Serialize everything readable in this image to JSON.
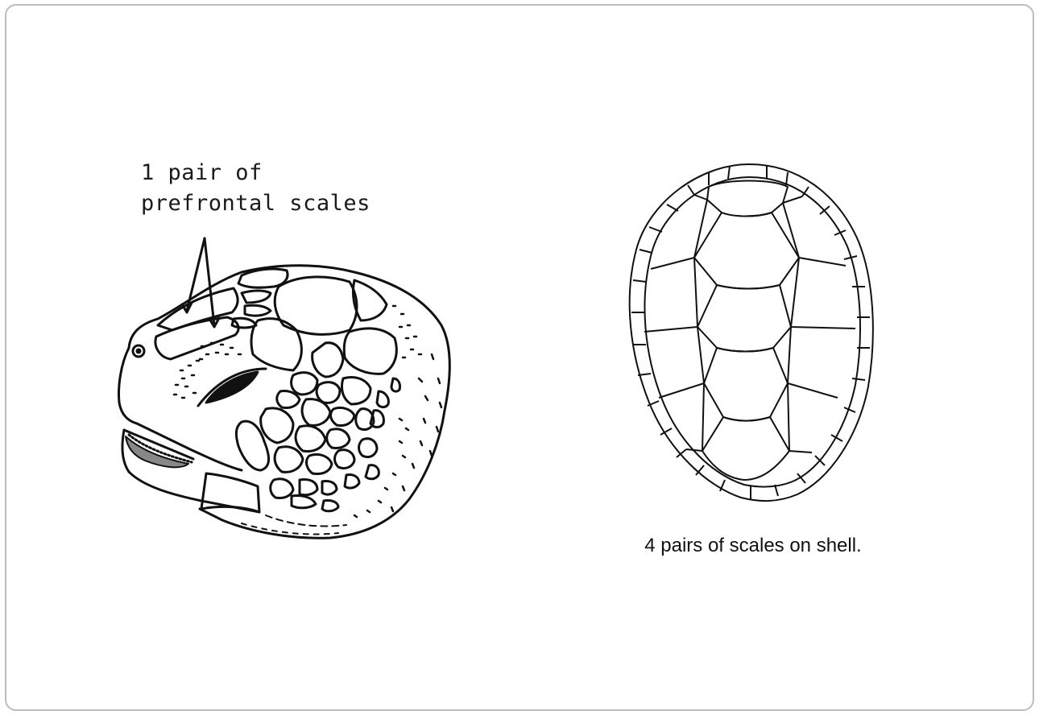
{
  "head_figure": {
    "label_line1": "1 pair of",
    "label_line2": "prefrontal scales"
  },
  "shell_figure": {
    "caption": "4 pairs of scales on shell."
  }
}
